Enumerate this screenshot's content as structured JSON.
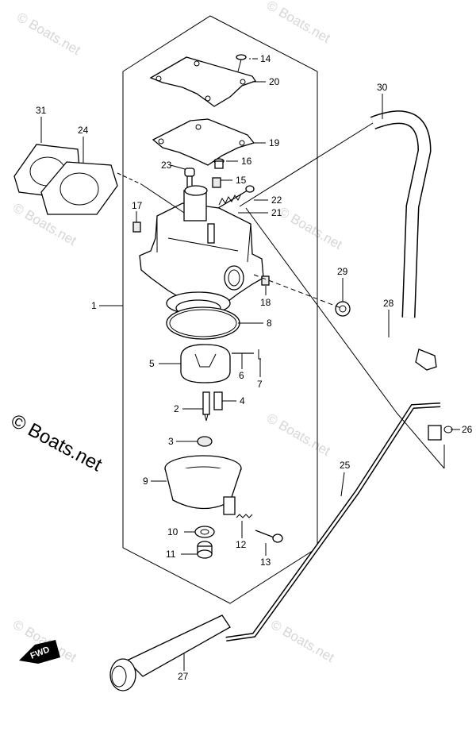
{
  "brand_text": "© Boats.net",
  "watermark_text": "© Boats.net",
  "fwd_label": "FWD",
  "callouts": [
    "1",
    "2",
    "3",
    "4",
    "5",
    "6",
    "7",
    "8",
    "9",
    "10",
    "11",
    "12",
    "13",
    "14",
    "15",
    "16",
    "17",
    "18",
    "19",
    "20",
    "21",
    "22",
    "23",
    "24",
    "25",
    "26",
    "27",
    "28",
    "29",
    "30",
    "31"
  ]
}
